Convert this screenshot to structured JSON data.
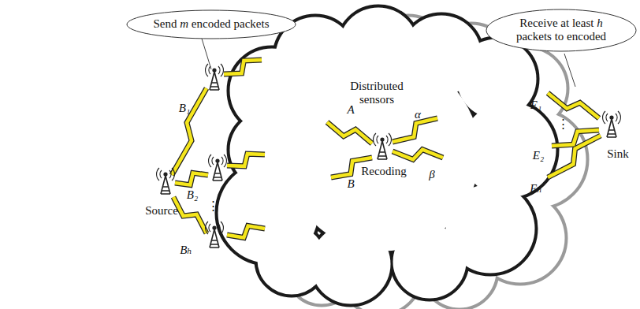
{
  "diagram": {
    "nodes": [
      {
        "text": [
          "Send m encoded packets"
        ]
      },
      {
        "text": [
          "Receive at least h packets to encoded"
        ]
      },
      {
        "text": [
          "Source"
        ]
      },
      {
        "text": [
          "Recoding"
        ]
      },
      {
        "text": [
          "Sink"
        ]
      }
    ],
    "labels": [
      "Distributed sensors",
      "A",
      "B",
      "α",
      "β",
      "B₁",
      "B₂",
      "⋮",
      "Bₕ",
      "E₁",
      "⋮",
      "E₂",
      "Eₕ"
    ]
  }
}
